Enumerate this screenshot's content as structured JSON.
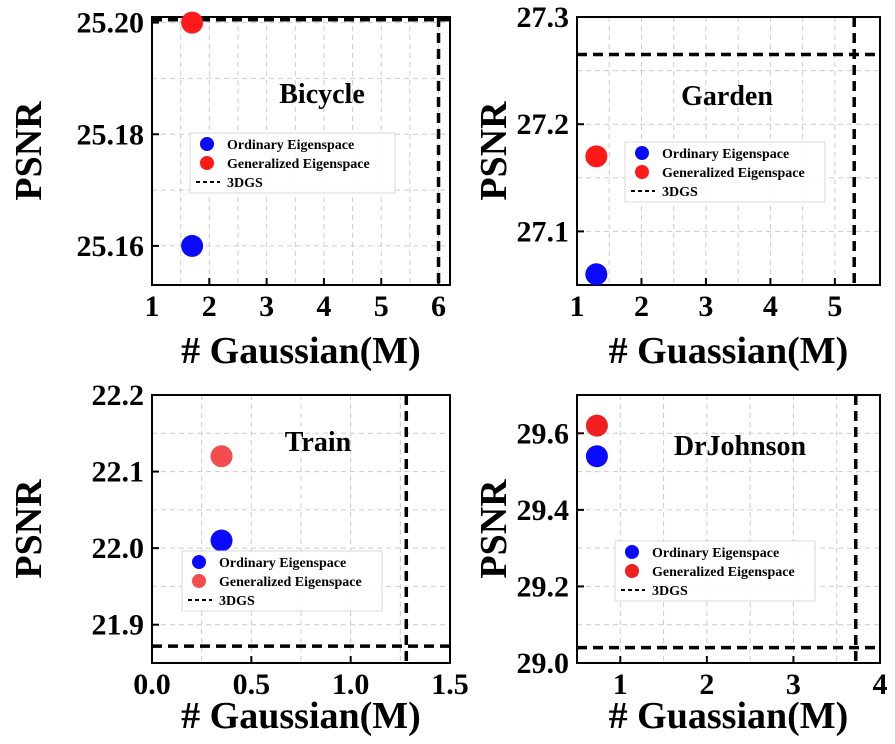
{
  "chart_data": [
    {
      "type": "scatter",
      "title": "Bicycle",
      "xlabel": "# Gaussian(M)",
      "ylabel": "PSNR",
      "xlim": [
        1,
        6.2
      ],
      "ylim": [
        25.153,
        25.201
      ],
      "xticks": [
        1,
        2,
        3,
        4,
        5,
        6
      ],
      "xtick_labels": [
        "1",
        "2",
        "3",
        "4",
        "5",
        "6"
      ],
      "yticks": [
        25.16,
        25.18,
        25.2
      ],
      "ytick_labels": [
        "25.16",
        "25.18",
        "25.20"
      ],
      "grid": true,
      "legend_position": "center",
      "series": [
        {
          "name": "Ordinary Eigenspace",
          "color": "#0a0aff",
          "points": [
            {
              "x": 1.7,
              "y": 25.16
            }
          ]
        },
        {
          "name": "Generalized Eigenspace",
          "color": "#ff1a1a",
          "points": [
            {
              "x": 1.7,
              "y": 25.2
            }
          ]
        }
      ],
      "reference": {
        "name": "3DGS",
        "x": 6.0,
        "y": 25.2005
      }
    },
    {
      "type": "scatter",
      "title": "Garden",
      "xlabel": "# Guassian(M)",
      "ylabel": "PSNR",
      "xlim": [
        1,
        5.7
      ],
      "ylim": [
        27.05,
        27.3
      ],
      "xticks": [
        1,
        2,
        3,
        4,
        5
      ],
      "xtick_labels": [
        "1",
        "2",
        "3",
        "4",
        "5"
      ],
      "yticks": [
        27.1,
        27.2,
        27.3
      ],
      "ytick_labels": [
        "27.1",
        "27.2",
        "27.3"
      ],
      "grid": true,
      "legend_position": "center-right",
      "series": [
        {
          "name": "Ordinary Eigenspace",
          "color": "#0a0aff",
          "points": [
            {
              "x": 1.3,
              "y": 27.06
            }
          ]
        },
        {
          "name": "Generalized Eigenspace",
          "color": "#ff1a1a",
          "points": [
            {
              "x": 1.3,
              "y": 27.17
            }
          ]
        }
      ],
      "reference": {
        "name": "3DGS",
        "x": 5.3,
        "y": 27.265
      }
    },
    {
      "type": "scatter",
      "title": "Train",
      "xlabel": "# Gaussian(M)",
      "ylabel": "PSNR",
      "xlim": [
        0,
        1.5
      ],
      "ylim": [
        21.85,
        22.2
      ],
      "xticks": [
        0.0,
        0.5,
        1.0,
        1.5
      ],
      "xtick_labels": [
        "0.0",
        "0.5",
        "1.0",
        "1.5"
      ],
      "yticks": [
        21.9,
        22.0,
        22.1,
        22.2
      ],
      "ytick_labels": [
        "21.9",
        "22.0",
        "22.1",
        "22.2"
      ],
      "grid": true,
      "legend_position": "bottom-left",
      "series": [
        {
          "name": "Ordinary Eigenspace",
          "color": "#0a0aff",
          "points": [
            {
              "x": 0.35,
              "y": 22.01
            }
          ]
        },
        {
          "name": "Generalized Eigenspace",
          "color": "#f24c4c",
          "points": [
            {
              "x": 0.35,
              "y": 22.12
            }
          ]
        }
      ],
      "reference": {
        "name": "3DGS",
        "x": 1.28,
        "y": 21.872
      }
    },
    {
      "type": "scatter",
      "title": "DrJohnson",
      "xlabel": "# Guassian(M)",
      "ylabel": "PSNR",
      "xlim": [
        0.5,
        4.0
      ],
      "ylim": [
        29.0,
        29.7
      ],
      "xticks": [
        1,
        2,
        3,
        4
      ],
      "xtick_labels": [
        "1",
        "2",
        "3",
        "4"
      ],
      "yticks": [
        29.0,
        29.2,
        29.4,
        29.6
      ],
      "ytick_labels": [
        "29.0",
        "29.2",
        "29.4",
        "29.6"
      ],
      "grid": true,
      "legend_position": "bottom-left",
      "series": [
        {
          "name": "Ordinary Eigenspace",
          "color": "#0a0aff",
          "points": [
            {
              "x": 0.73,
              "y": 29.54
            }
          ]
        },
        {
          "name": "Generalized Eigenspace",
          "color": "#f02020",
          "points": [
            {
              "x": 0.73,
              "y": 29.62
            }
          ]
        }
      ],
      "reference": {
        "name": "3DGS",
        "x": 3.72,
        "y": 29.04
      }
    }
  ]
}
